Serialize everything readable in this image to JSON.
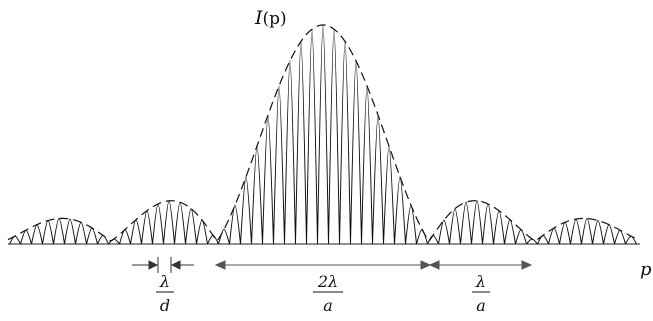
{
  "y_label_main": "I",
  "y_label_arg": "(p)",
  "x_label": "p",
  "fringe_dim": {
    "numerator": "λ",
    "denominator": "d"
  },
  "central_width": {
    "numerator": "2λ",
    "denominator": "a"
  },
  "side_width": {
    "numerator": "λ",
    "denominator": "a"
  },
  "colors": {
    "stroke": "#111111",
    "arrow": "#555555",
    "background": "#ffffff"
  }
}
